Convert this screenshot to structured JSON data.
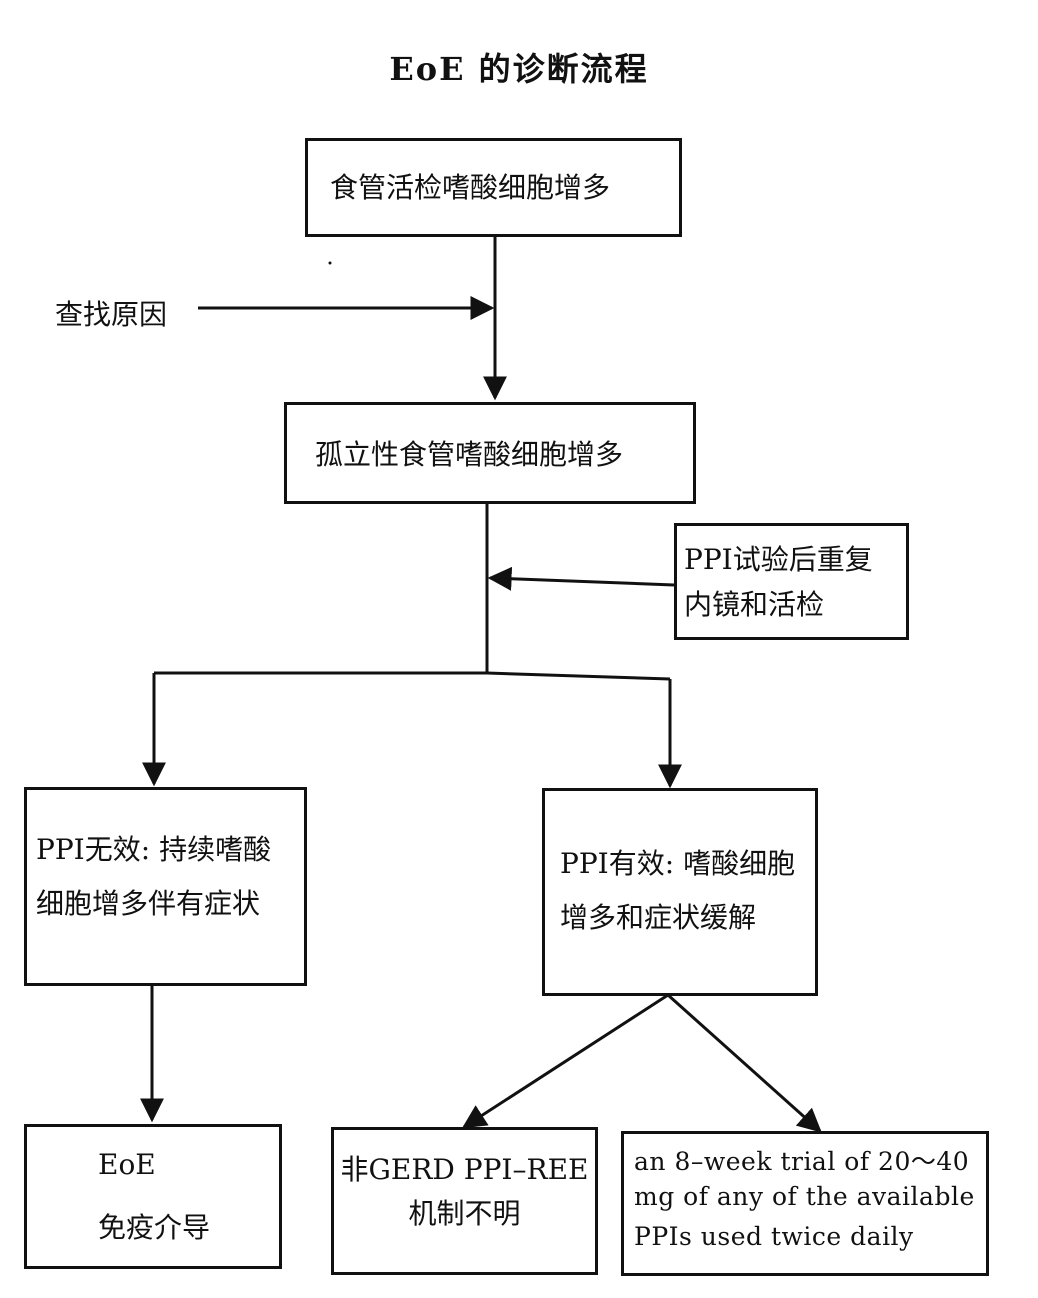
{
  "title": "EoE 的诊断流程",
  "nodes": {
    "biopsy": "食管活检嗜酸细胞增多",
    "find_cause": "查找原因",
    "isolated": "孤立性食管嗜酸细胞增多",
    "repeat": {
      "line1": "PPI试验后重复",
      "line2": "内镜和活检"
    },
    "ineffective": {
      "line1": "PPI无效:  持续嗜酸",
      "line2": "细胞增多伴有症状"
    },
    "effective": {
      "line1": "PPI有效: 嗜酸细胞",
      "line2": "增多和症状缓解"
    },
    "eoe": {
      "line1": "EoE",
      "line2": "免疫介导"
    },
    "ppi_ree": {
      "line1": "非GERD PPI–REE",
      "line2": "机制不明"
    },
    "trial": {
      "line1": "an  8–week  trial  of  20～40",
      "line2": "mg  of  any  of  the  available",
      "line3": "PPIs  used  twice  daily"
    }
  },
  "colors": {
    "stroke": "#111111",
    "background": "#ffffff"
  }
}
